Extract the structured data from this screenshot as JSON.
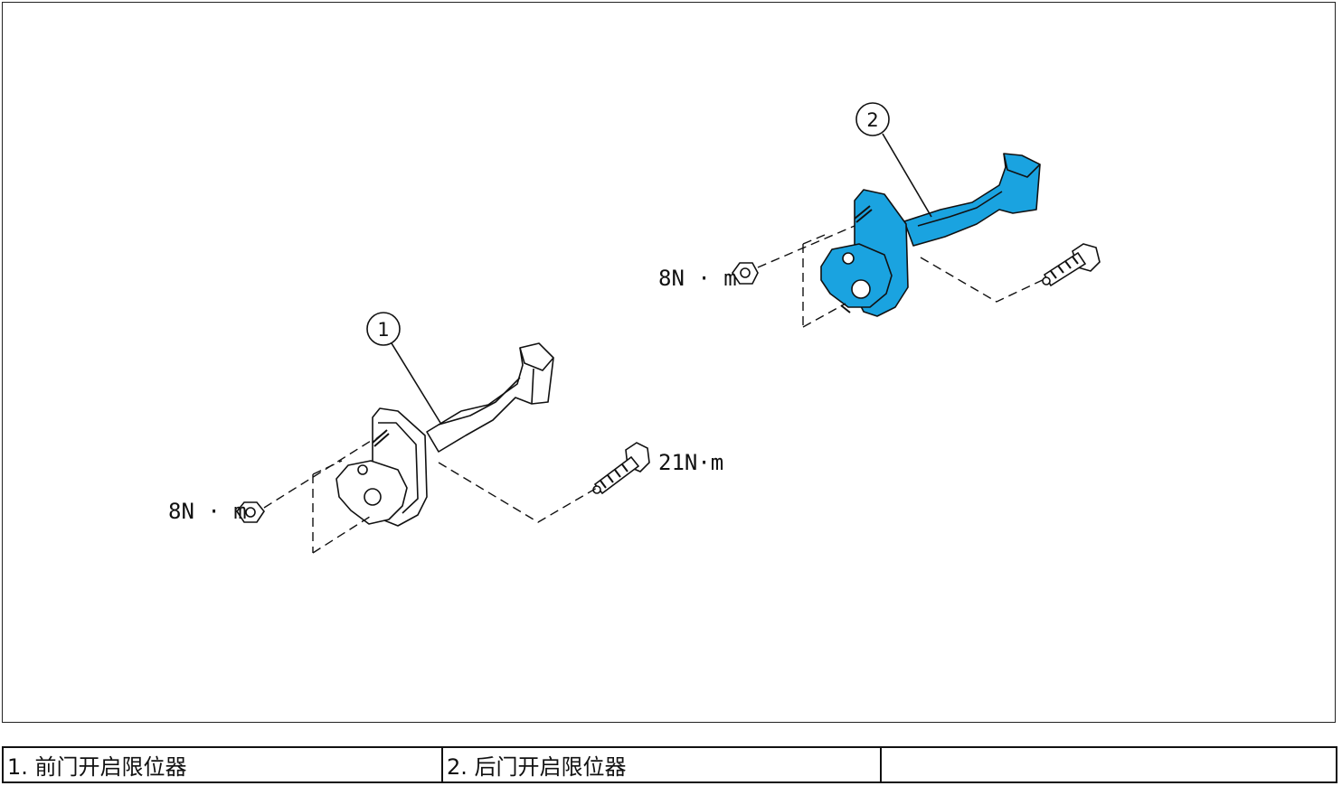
{
  "callouts": {
    "one": "1",
    "two": "2"
  },
  "torques": {
    "front_nut": "8N · m",
    "front_bolt": "21N·m",
    "rear_nut": "8N · m"
  },
  "legend": [
    "1. 前门开启限位器",
    "2. 后门开启限位器",
    ""
  ],
  "colors": {
    "rear_part_fill": "#1aa3e0",
    "line": "#111111"
  }
}
